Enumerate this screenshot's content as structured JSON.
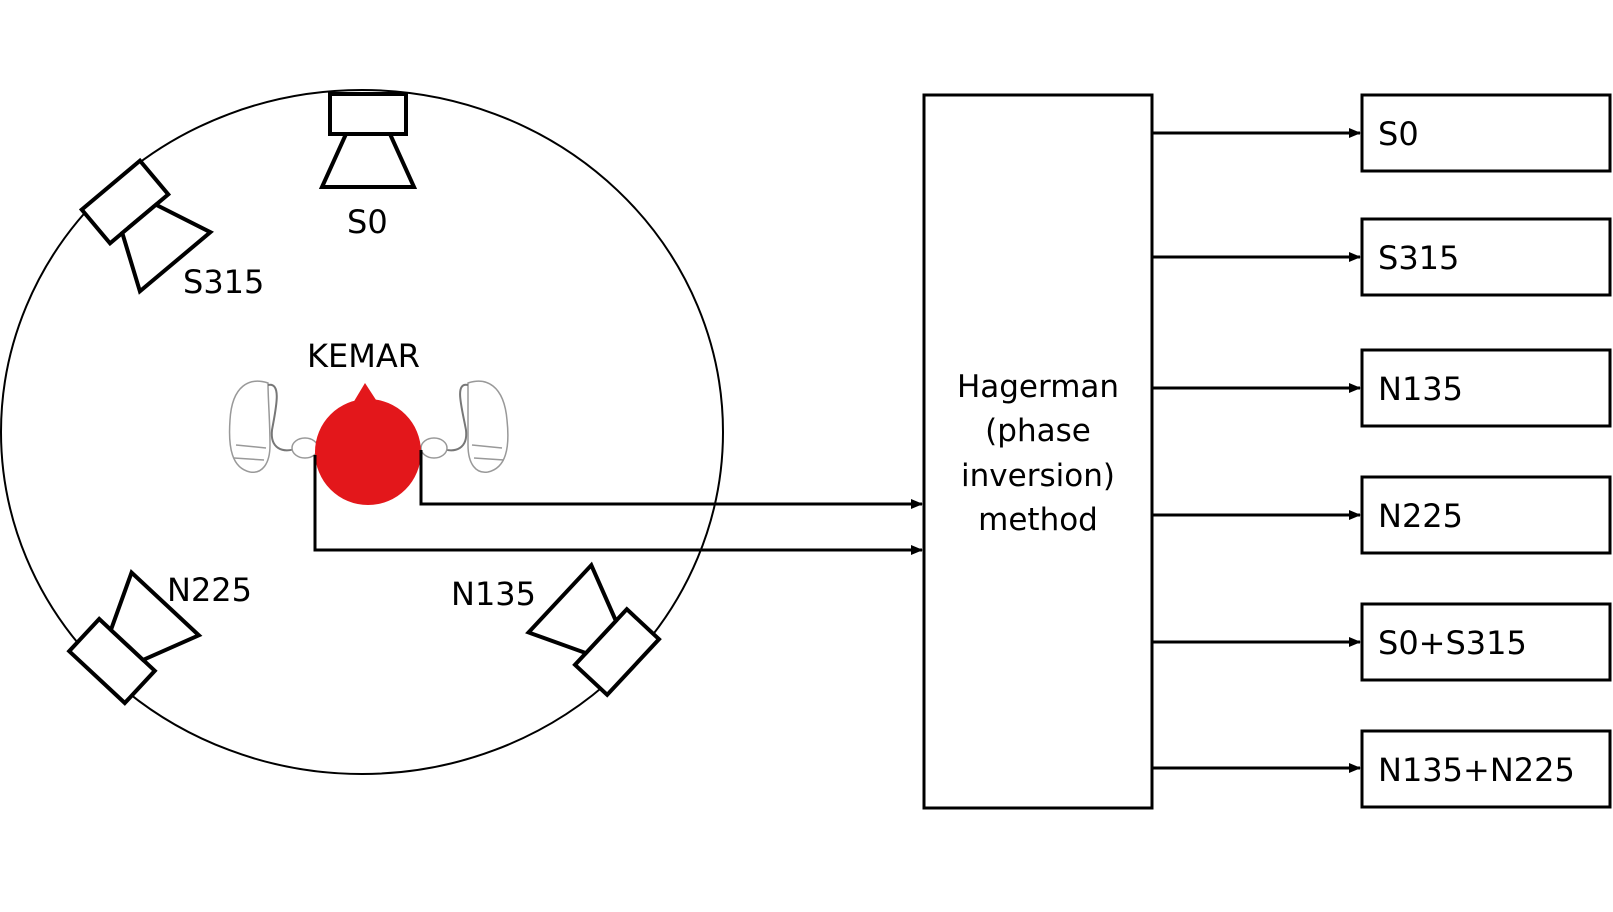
{
  "kemar": {
    "label": "KEMAR",
    "head_color": "#e3171b"
  },
  "speakers": {
    "s0": "S0",
    "s315": "S315",
    "n225": "N225",
    "n135": "N135"
  },
  "method": {
    "lines": [
      "Hagerman",
      "(phase",
      "inversion)",
      "method"
    ]
  },
  "outputs": [
    "S0",
    "S315",
    "N135",
    "N225",
    "S0+S315",
    "N135+N225"
  ],
  "colors": {
    "stroke": "#000000",
    "background": "#ffffff"
  }
}
